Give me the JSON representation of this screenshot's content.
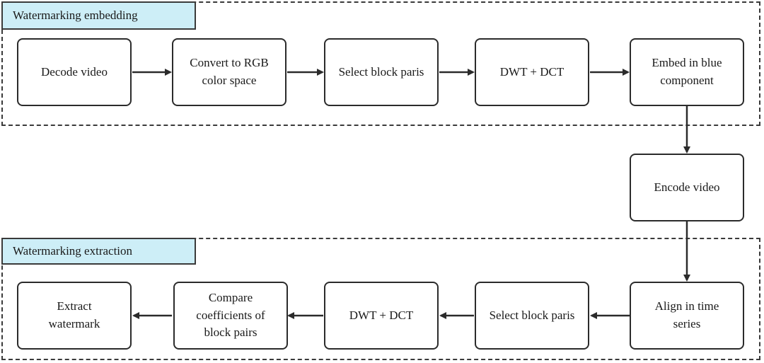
{
  "groups": {
    "embedding_label": "Watermarking embedding",
    "extraction_label": "Watermarking extraction"
  },
  "nodes": {
    "decode_video": "Decode video",
    "convert_rgb": "Convert to RGB\ncolor space",
    "select_block_pairs_embed": "Select block paris",
    "dwt_dct_embed": "DWT + DCT",
    "embed_blue": "Embed in blue\ncomponent",
    "encode_video": "Encode video",
    "align_time": "Align in time\nseries",
    "select_block_pairs_extract": "Select block paris",
    "dwt_dct_extract": "DWT + DCT",
    "compare_coefficients": "Compare\ncoefficients of\nblock pairs",
    "extract_watermark": "Extract\nwatermark"
  },
  "colors": {
    "label_fill": "#cdeef7",
    "stroke": "#2b2b2b"
  }
}
